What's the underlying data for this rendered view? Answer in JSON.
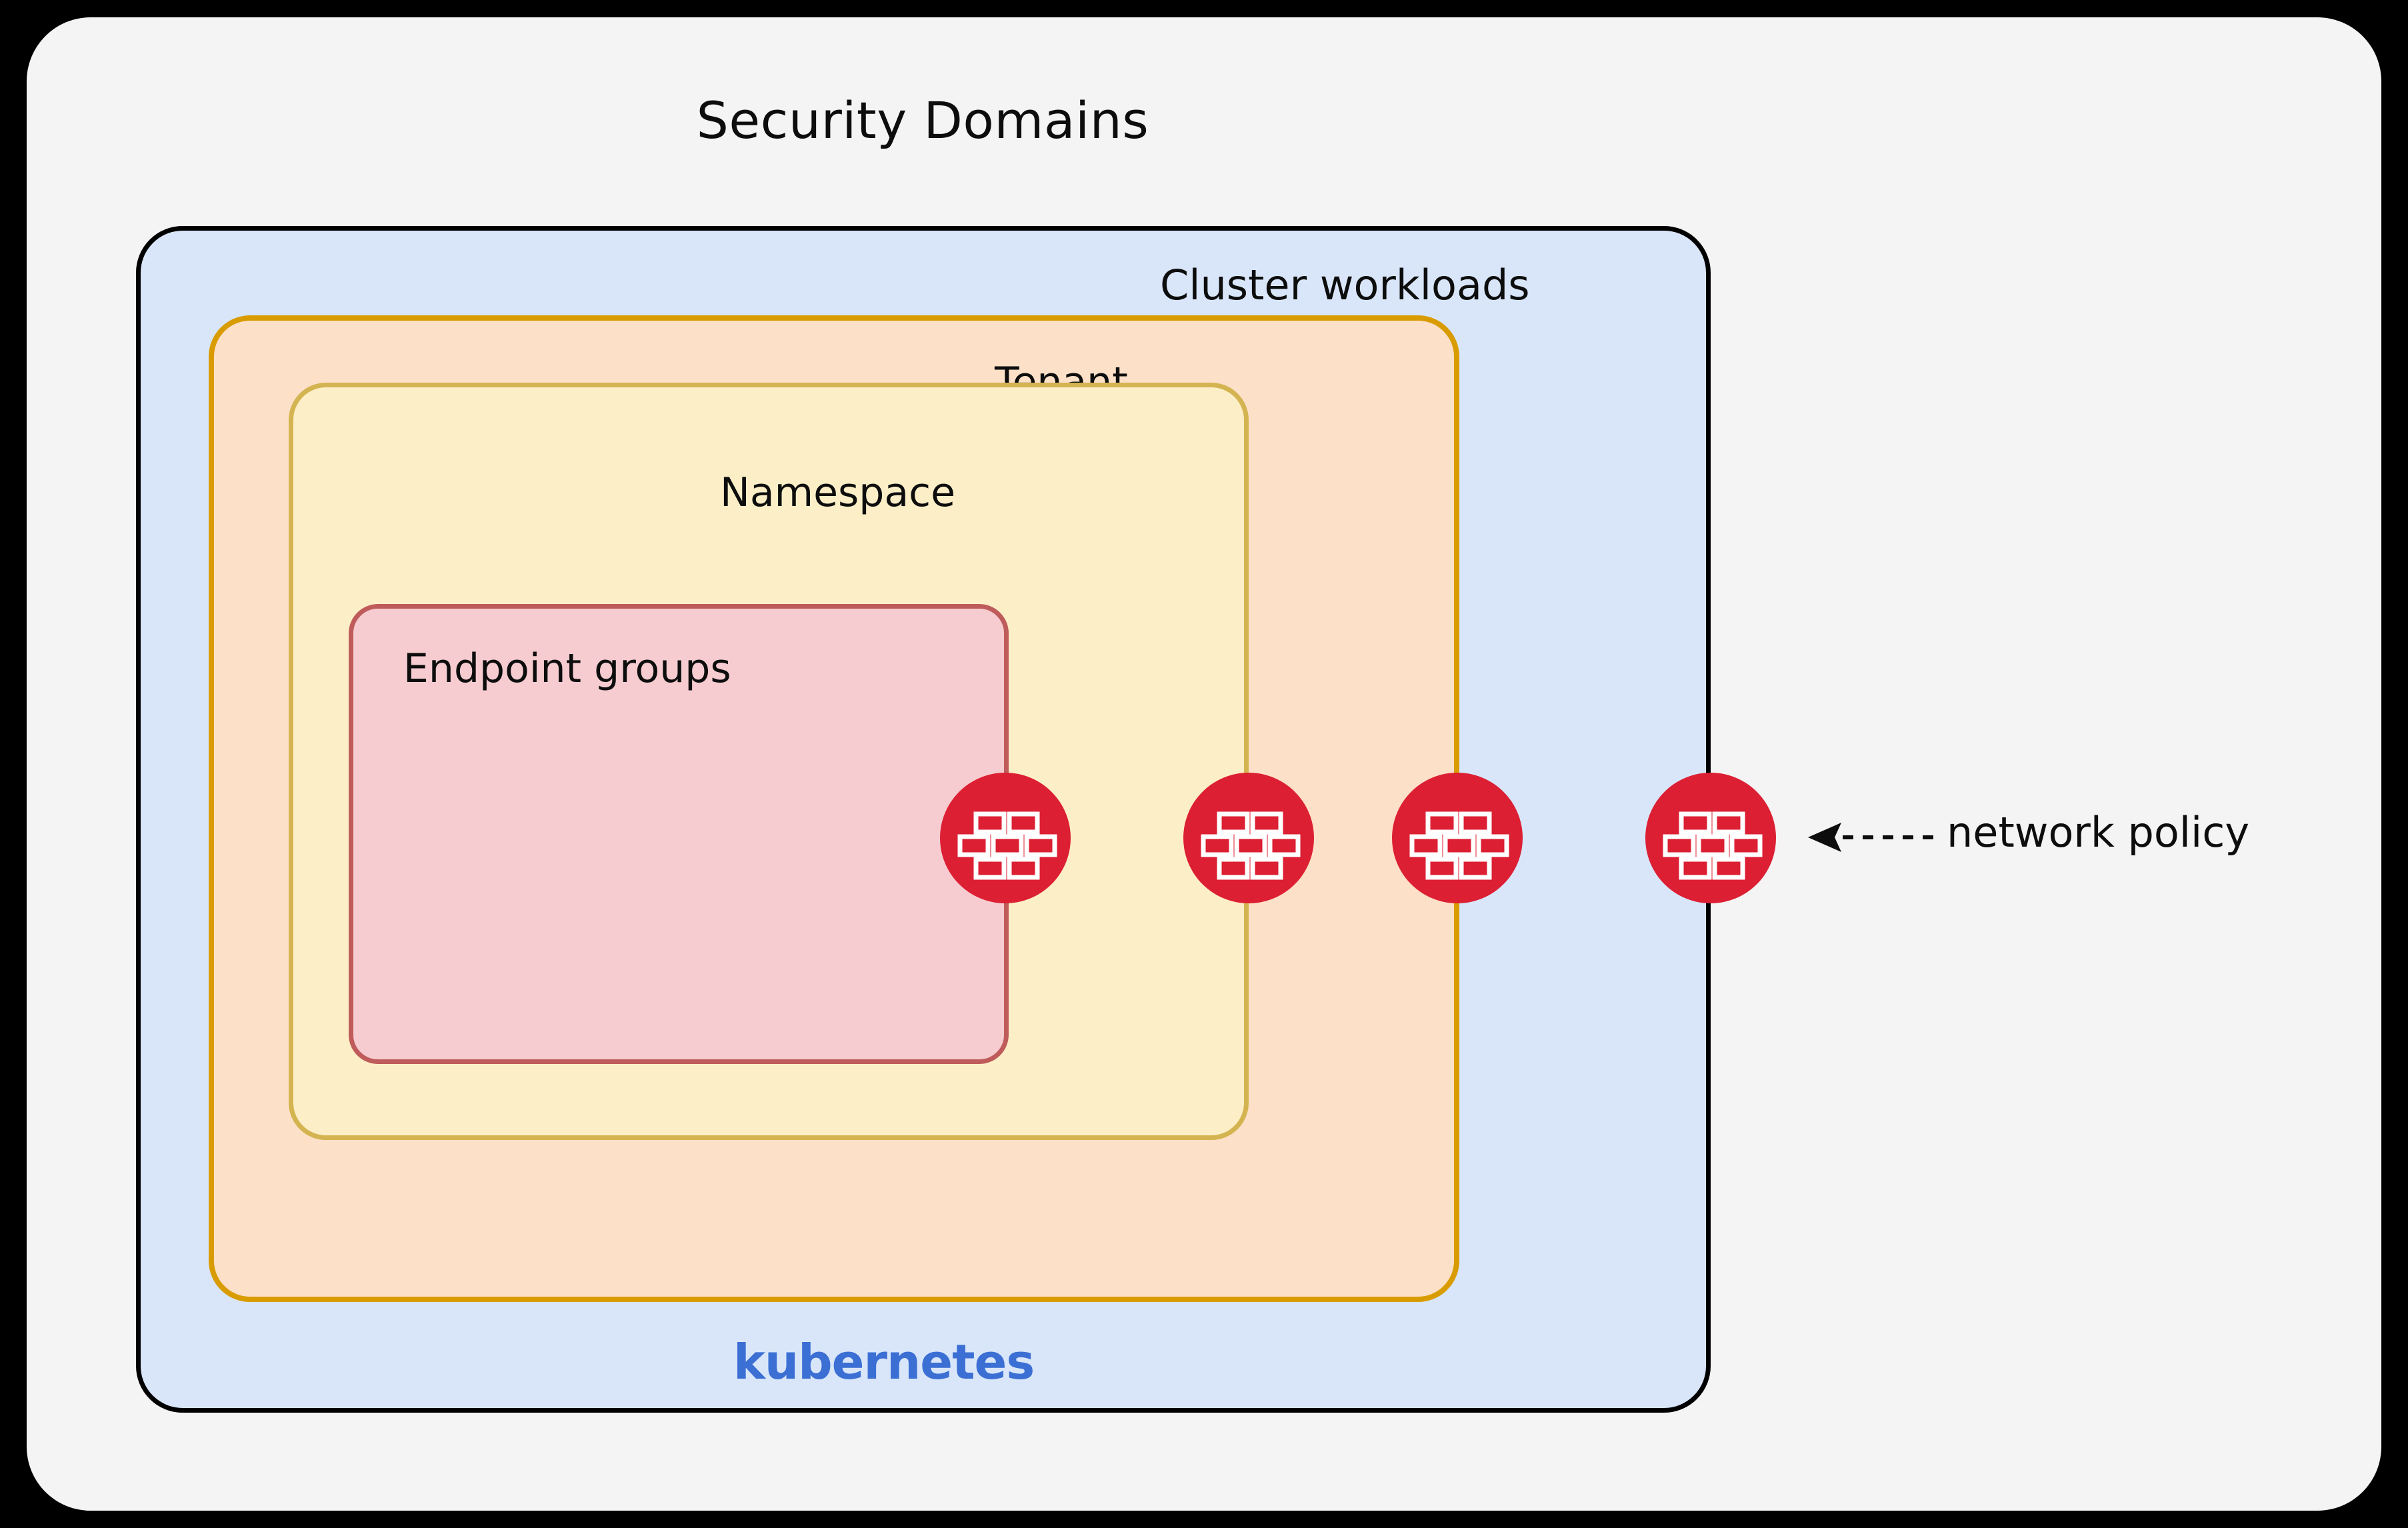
{
  "diagram": {
    "title": "Security Domains",
    "background_color": "#f4f4f4",
    "canvas_color": "#000000"
  },
  "domains": {
    "cluster": {
      "label": "Cluster workloads",
      "fill": "#d9e6f9",
      "stroke": "#000000"
    },
    "tenant": {
      "label": "Tenant",
      "fill": "#fce0c8",
      "stroke": "#d99c00"
    },
    "namespace": {
      "label": "Namespace",
      "fill": "#fcefc8",
      "stroke": "#d4b450"
    },
    "endpoint_groups": {
      "label": "Endpoint groups",
      "fill": "#f6ccd0",
      "stroke": "#bf5b5b"
    }
  },
  "platform": {
    "wordmark": "kubernetes",
    "color": "#3b6fd4"
  },
  "annotation": {
    "label": "network policy",
    "arrow_style": "dashed-left",
    "color": "#0d0d0d"
  },
  "firewalls": {
    "icon_name": "firewall-brick-icon",
    "color": "#dc1f33",
    "brick_color": "#ffffff",
    "count": 4,
    "boundaries": [
      "endpoint-groups",
      "namespace",
      "tenant",
      "cluster-workloads"
    ]
  }
}
